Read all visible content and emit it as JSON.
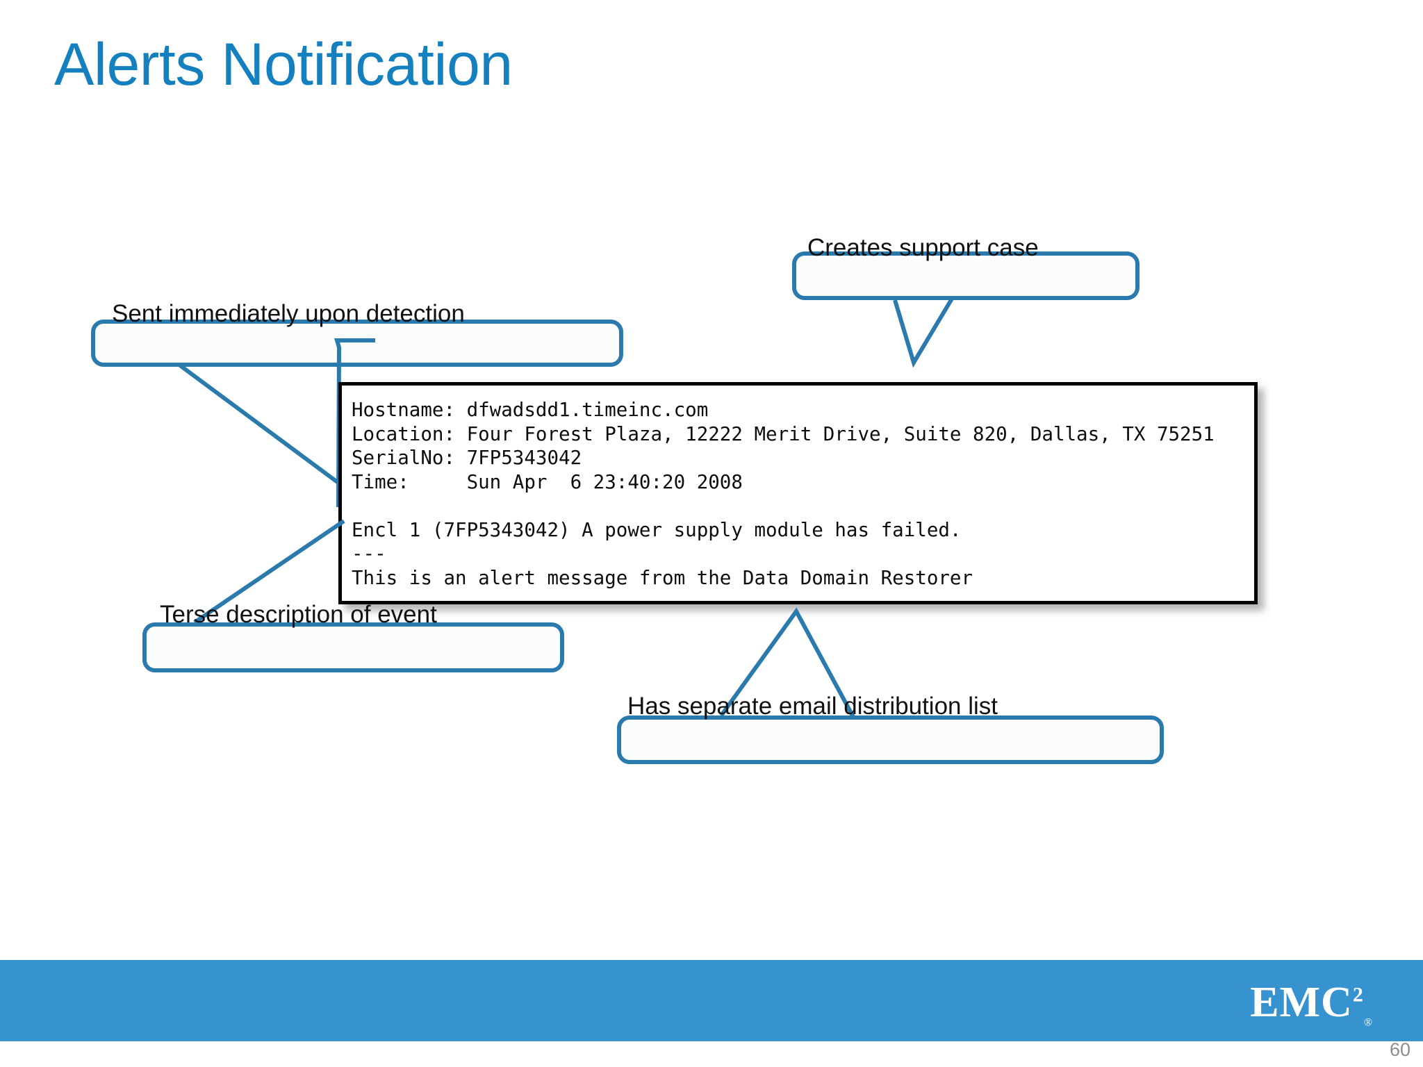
{
  "slide": {
    "title": "Alerts Notification",
    "title_color": "#1580C0",
    "page_number": "60"
  },
  "terminal": {
    "name": "alert-email-message",
    "lines": [
      "Hostname: dfwadsdd1.timeinc.com",
      "Location: Four Forest Plaza, 12222 Merit Drive, Suite 820, Dallas, TX 75251",
      "SerialNo: 7FP5343042",
      "Time:     Sun Apr  6 23:40:20 2008",
      "",
      "Encl 1 (7FP5343042) A power supply module has failed.",
      "---",
      "This is an alert message from the Data Domain Restorer"
    ],
    "text": "Hostname: dfwadsdd1.timeinc.com\nLocation: Four Forest Plaza, 12222 Merit Drive, Suite 820, Dallas, TX 75251\nSerialNo: 7FP5343042\nTime:     Sun Apr  6 23:40:20 2008\n\nEncl 1 (7FP5343042) A power supply module has failed.\n---\nThis is an alert message from the Data Domain Restorer"
  },
  "callouts": [
    {
      "id": "sent",
      "label": "Sent immediately upon detection"
    },
    {
      "id": "support",
      "label": "Creates support case"
    },
    {
      "id": "terse",
      "label": "Terse description of event"
    },
    {
      "id": "email",
      "label": "Has separate email distribution list"
    }
  ],
  "footer": {
    "band_color": "#3792D0",
    "logo_text": "EMC",
    "logo_superscript": "2",
    "logo_registered": "®"
  },
  "colors": {
    "callout_border": "#2A7AAE",
    "terminal_border": "#000000",
    "title_blue": "#1580C0"
  }
}
